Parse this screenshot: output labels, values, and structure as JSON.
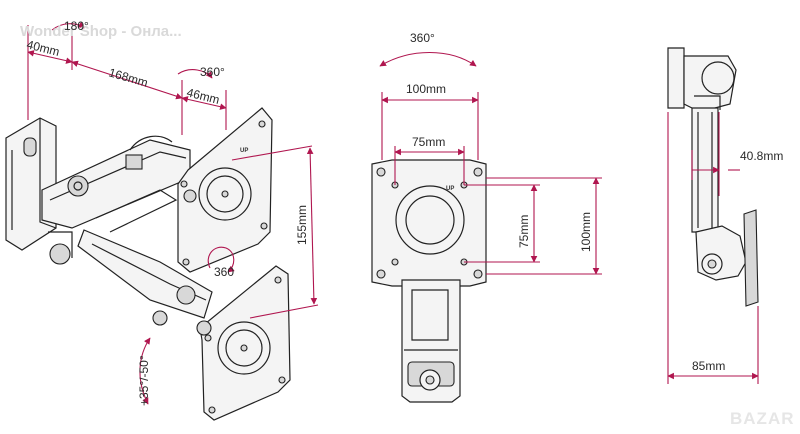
{
  "watermark": {
    "text": "Wonder Shop - Онла..."
  },
  "logo": {
    "text": "BAZAR"
  },
  "view1": {
    "rotation_top": "180°",
    "dim_40": "40mm",
    "dim_168": "168mm",
    "rotation_360_a": "360°",
    "dim_46": "46mm",
    "dim_155": "155mm",
    "rotation_360_b": "360",
    "tilt": "+35°/-50°"
  },
  "view2": {
    "rotation": "360°",
    "dim_100_h": "100mm",
    "dim_75_h": "75mm",
    "dim_75_v": "75mm",
    "dim_100_v": "100mm",
    "up_label": "UP"
  },
  "view3": {
    "dim_40_8": "40.8mm",
    "dim_85": "85mm"
  },
  "colors": {
    "dimension_lines": "#b0164f",
    "drawing": "#222222"
  }
}
